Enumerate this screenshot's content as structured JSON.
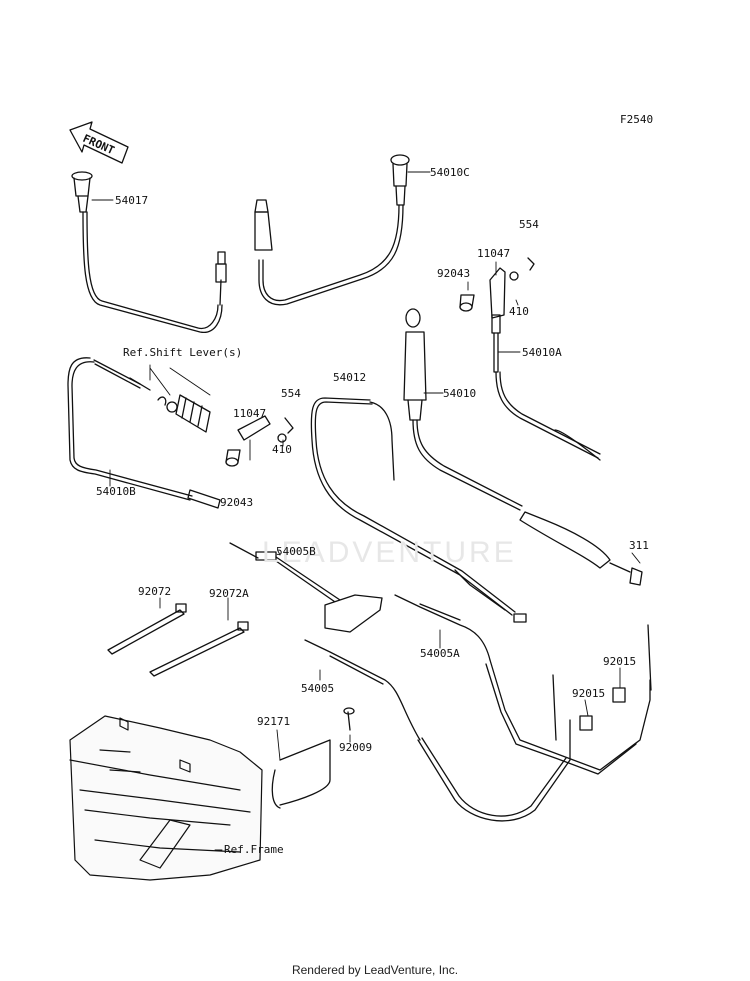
{
  "figure_code": "F2540",
  "front_label": "FRONT",
  "watermark": "LEADVENTURE",
  "footer": "Rendered by LeadVenture, Inc.",
  "parts": {
    "p54017": "54017",
    "p54010c": "54010C",
    "p554_a": "554",
    "p11047_a": "11047",
    "p92043_a": "92043",
    "p410_a": "410",
    "p54010a": "54010A",
    "p54010": "54010",
    "p54012": "54012",
    "p11047_b": "11047",
    "p554_b": "554",
    "p92043_b": "92043",
    "p410_b": "410",
    "p54010b": "54010B",
    "p311": "311",
    "p54005b": "54005B",
    "p92072": "92072",
    "p92072a": "92072A",
    "p54005a": "54005A",
    "p92015_a": "92015",
    "p92015_b": "92015",
    "p54005": "54005",
    "p92171": "92171",
    "p92009": "92009"
  },
  "refs": {
    "shift_lever": "Ref.Shift Lever(s)",
    "frame": "Ref.Frame"
  }
}
